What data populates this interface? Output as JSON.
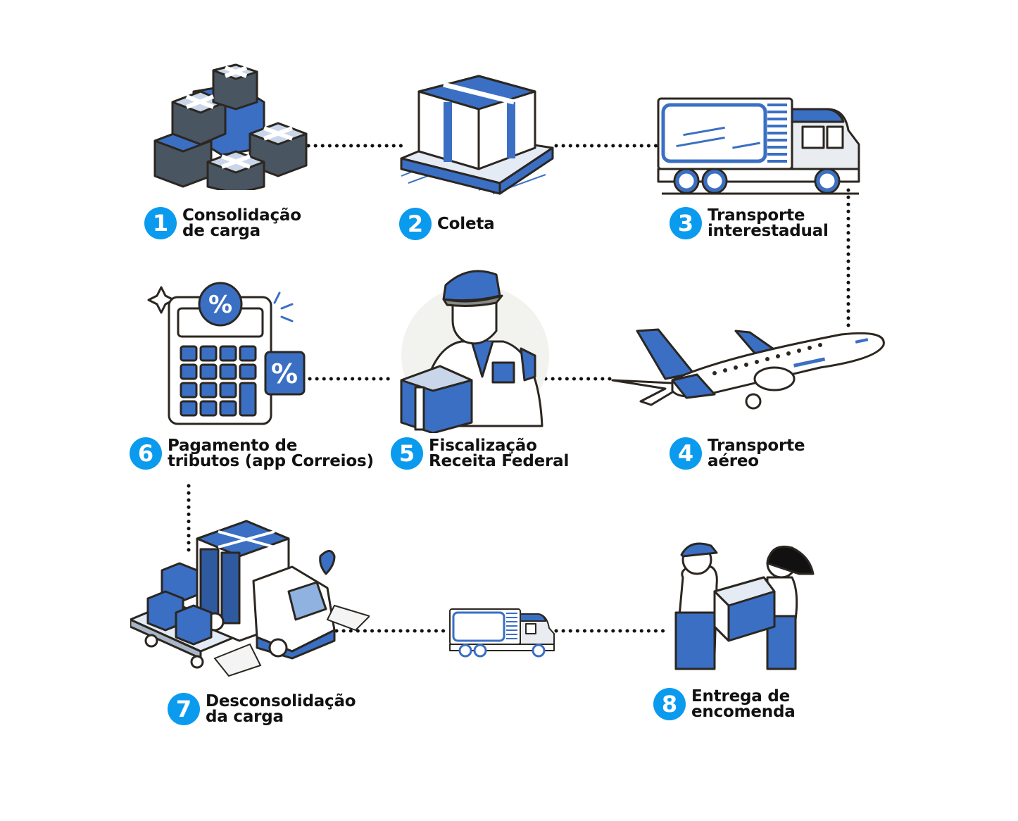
{
  "diagram": {
    "type": "process-flow",
    "colors": {
      "badge": "#0a9bef",
      "accent_blue": "#3a6fc4",
      "outline": "#2b2620",
      "connector": "#111111",
      "text": "#111111"
    },
    "steps": [
      {
        "number": "1",
        "title_line1": "Consolidação",
        "title_line2": "de carga",
        "icon": "stacked-boxes-icon"
      },
      {
        "number": "2",
        "title_line1": "Coleta",
        "title_line2": "",
        "icon": "pallet-box-icon"
      },
      {
        "number": "3",
        "title_line1": "Transporte",
        "title_line2": "interestadual",
        "icon": "truck-icon"
      },
      {
        "number": "4",
        "title_line1": "Transporte",
        "title_line2": "aéreo",
        "icon": "airplane-icon"
      },
      {
        "number": "5",
        "title_line1": "Fiscalização",
        "title_line2": "Receita Federal",
        "icon": "customs-officer-icon"
      },
      {
        "number": "6",
        "title_line1": "Pagamento de",
        "title_line2": "tributos (app Correios)",
        "icon": "calculator-percent-icon"
      },
      {
        "number": "7",
        "title_line1": "Desconsolidação",
        "title_line2": "da carga",
        "icon": "unloading-truck-icon"
      },
      {
        "number": "8",
        "title_line1": "Entrega de",
        "title_line2": "encomenda",
        "icon": "package-handover-icon"
      }
    ],
    "intermediate_icons": [
      "small-truck-icon"
    ]
  }
}
